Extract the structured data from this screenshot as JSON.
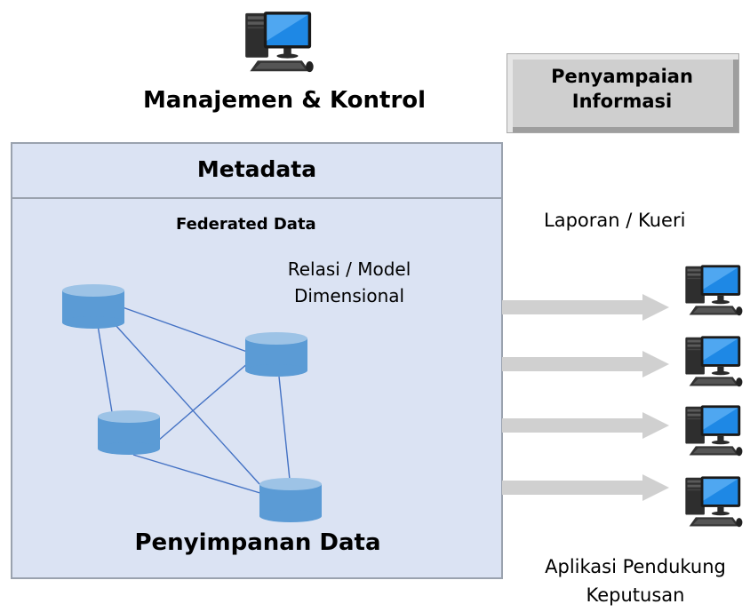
{
  "management": {
    "title": "Manajemen & Kontrol",
    "icon": "computer-icon"
  },
  "info_delivery": {
    "line1": "Penyampaian",
    "line2": "Informasi"
  },
  "warehouse": {
    "metadata": "Metadata",
    "federated": "Federated Data",
    "relational_line1": "Relasi / Model",
    "relational_line2": "Dimensional",
    "storage": "Penyimpanan Data",
    "database_icon": "database-icon"
  },
  "output": {
    "reports": "Laporan / Kueri",
    "apps_line1": "Aplikasi Pendukung",
    "apps_line2": "Keputusan",
    "computers": [
      "computer-icon",
      "computer-icon",
      "computer-icon",
      "computer-icon"
    ]
  },
  "colors": {
    "panel": "#dbe3f3",
    "cylinder": "#5b9bd5",
    "link": "#4472c4",
    "arrow": "#d0d0d0"
  }
}
